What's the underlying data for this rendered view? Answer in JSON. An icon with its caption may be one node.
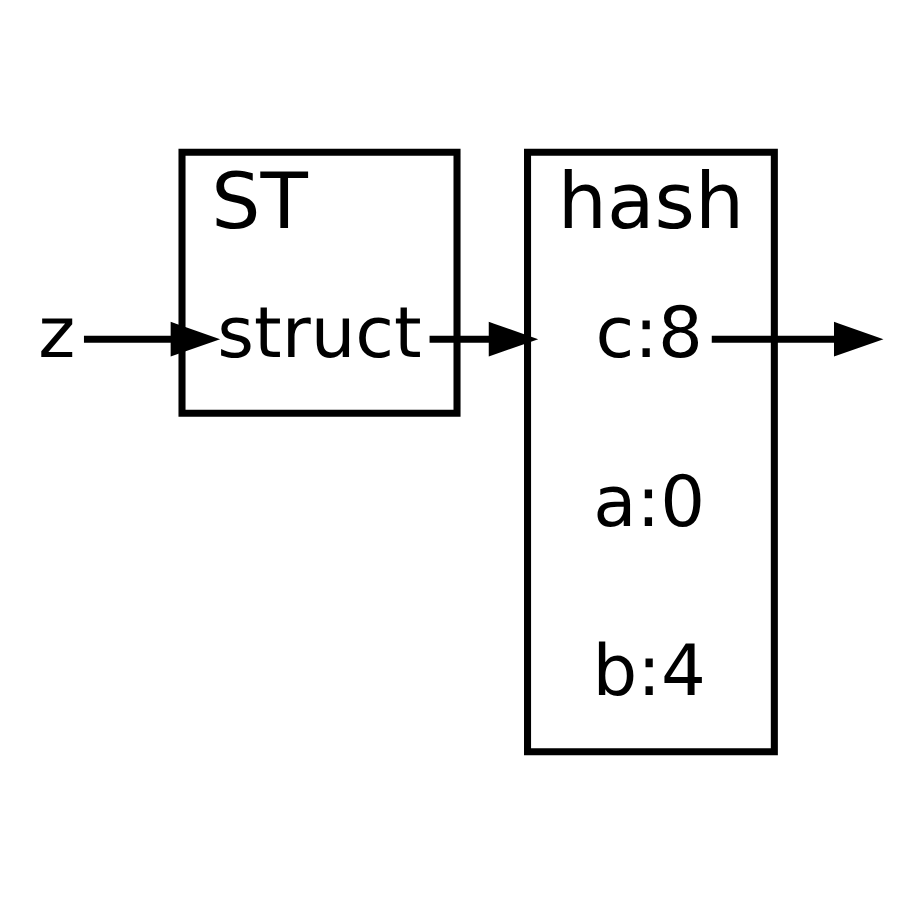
{
  "diagram": {
    "nodes": [
      {
        "text": [
          "ST"
        ]
      },
      {
        "text": [
          "z"
        ]
      },
      {
        "text": [
          "struct"
        ],
        "in": 0
      },
      {
        "text": [
          "hash"
        ]
      },
      {
        "text": [
          "c:8"
        ],
        "in": 3
      },
      {
        "text": [
          "a:0"
        ],
        "in": 3
      },
      {
        "text": [
          "b:4"
        ],
        "in": 3
      }
    ],
    "edges": [
      {
        "from": 1,
        "to": 2,
        "arrow": "to"
      },
      {
        "from": 2,
        "to": 3,
        "arrow": "to"
      },
      {
        "from": 4,
        "to": null,
        "arrow": "to"
      }
    ]
  }
}
